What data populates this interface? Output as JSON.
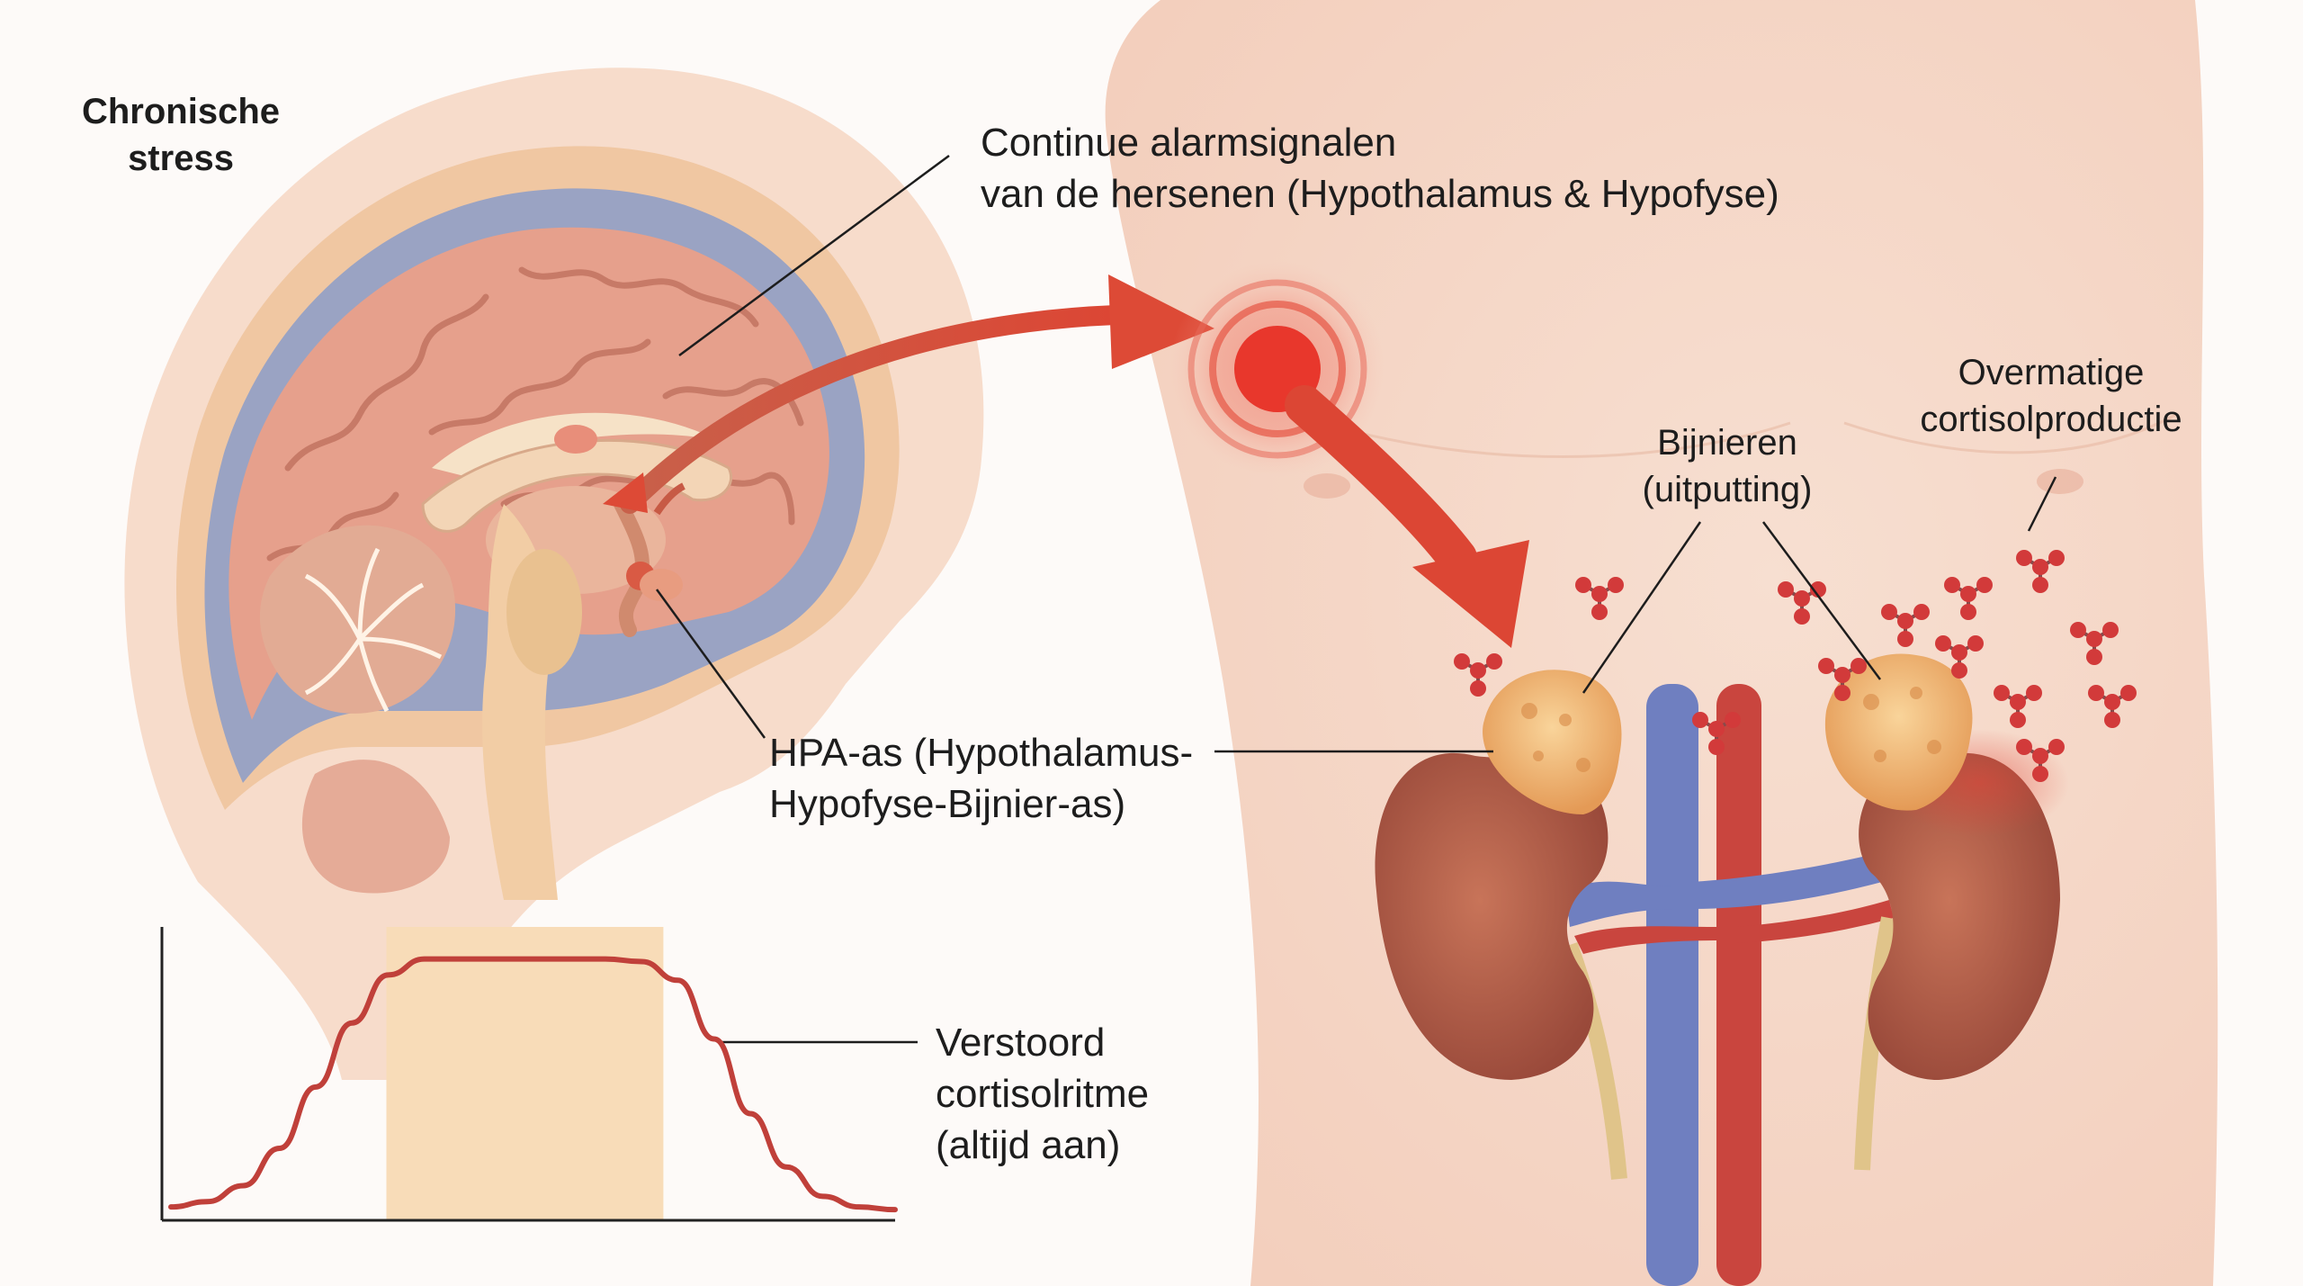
{
  "labels": {
    "chronic_stress": [
      "Chronische",
      "stress"
    ],
    "alarm_signals": [
      "Continue alarmsignalen",
      "van de hersenen (Hypothalamus & Hypofyse)"
    ],
    "hpa_axis": [
      "HPA-as (Hypothalamus-",
      "Hypofyse-Bijnier-as)"
    ],
    "adrenals": [
      "Bijnieren",
      "(uitputting)"
    ],
    "cortisol_overproduction": [
      "Overmatige",
      "cortisolproductie"
    ],
    "rhythm": [
      "Verstoord",
      "cortisolritme",
      "(altijd aan)"
    ]
  },
  "colors": {
    "brain": "#e6a08c",
    "skin": "#f6dccd",
    "arrow": "#dd4a36",
    "kidney": "#b55a45",
    "adrenal": "#f2b56e",
    "vein": "#6f7fc0",
    "artery": "#c9453e",
    "curve": "#c0403a",
    "highlight": "#f8dcb8",
    "molecule": "#d23a3a"
  },
  "chart_data": {
    "type": "line",
    "title": "",
    "xlabel": "",
    "ylabel": "",
    "x": [
      0,
      1,
      2,
      3,
      4,
      5,
      6,
      7,
      8,
      9,
      10,
      11,
      12,
      13,
      14,
      15,
      16,
      17,
      18,
      19,
      20
    ],
    "y": [
      0.05,
      0.07,
      0.13,
      0.27,
      0.5,
      0.74,
      0.92,
      0.98,
      0.98,
      0.98,
      0.98,
      0.98,
      0.98,
      0.97,
      0.9,
      0.68,
      0.4,
      0.2,
      0.09,
      0.05,
      0.04
    ],
    "ylim": [
      0,
      1.1
    ],
    "highlight_x_range": [
      5.95,
      13.6
    ],
    "grid": false
  }
}
